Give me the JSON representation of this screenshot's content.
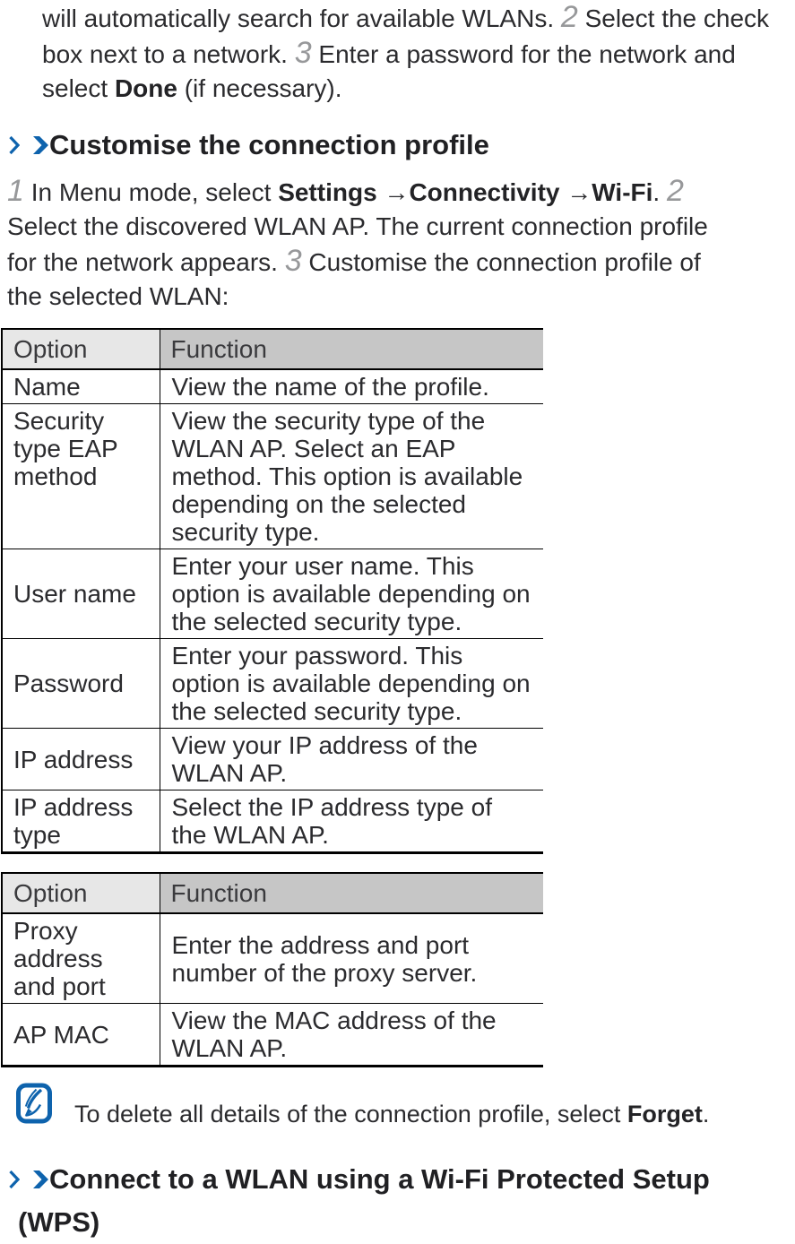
{
  "colors": {
    "accent_blue": "#0e63ad"
  },
  "para_continuation": {
    "t1": "will automatically search for available WLANs. ",
    "n1": "2",
    "t2": " Select the check box next to a network. ",
    "n2": "3",
    "t3": " Enter a password for the network and select ",
    "b1": "Done",
    "t4": " (if necessary)."
  },
  "section1": {
    "title": "Customise the connection profile"
  },
  "steps": {
    "n1": "1",
    "t1": " In Menu mode, select ",
    "b1": "Settings",
    "t2": " →",
    "b2": "Connectivity",
    "t3": " →",
    "b3": "Wi-Fi",
    "t4": ". ",
    "n2": "2",
    "t5": " Select the discovered WLAN AP. The current connection profile for the network appears. ",
    "n3": "3",
    "t6": " Customise the connection profile of the selected WLAN:"
  },
  "table1": {
    "headers": {
      "option": "Option",
      "function": "Function"
    },
    "rows": [
      {
        "option": "Name",
        "function": "View the name of the profile."
      },
      {
        "option": "Security type EAP method",
        "function": "View the security type of the WLAN AP. Select an EAP method. This option is available depending on the selected security type."
      },
      {
        "option": "User name",
        "function": "Enter your user name. This option is available depending on the selected security type."
      },
      {
        "option": "Password",
        "function": "Enter your password. This option is available depending on the selected security type."
      },
      {
        "option": "IP address",
        "function": "View your IP address of the WLAN AP."
      },
      {
        "option": "IP address type",
        "function": "Select the IP address type of the WLAN AP."
      }
    ]
  },
  "table2": {
    "headers": {
      "option": "Option",
      "function": "Function"
    },
    "rows": [
      {
        "option": "Proxy address and port",
        "function": "Enter the address and port number of the proxy server."
      },
      {
        "option": "AP MAC",
        "function": "View the MAC address of the WLAN AP."
      }
    ]
  },
  "note": {
    "t1": "To delete all details of the connection profile, select ",
    "b1": "Forget",
    "t2": "."
  },
  "section2": {
    "title": "Connect to a WLAN using a Wi-Fi Protected Setup (WPS)"
  }
}
